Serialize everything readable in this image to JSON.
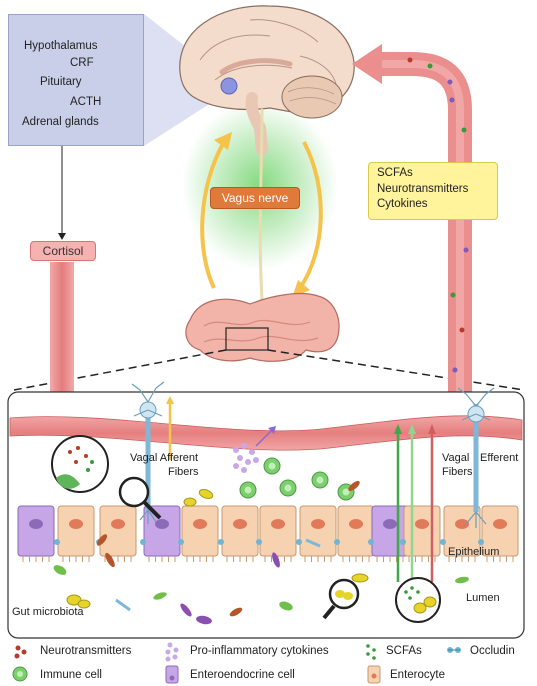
{
  "hpa_axis": {
    "hypothalamus": "Hypothalamus",
    "crf": "CRF",
    "pituitary": "Pituitary",
    "acth": "ACTH",
    "adrenal_glands": "Adrenal glands"
  },
  "cortisol_label": "Cortisol",
  "vagus_nerve_label": "Vagus nerve",
  "signals": [
    "SCFAs",
    "Neurotransmitters",
    "Cytokines"
  ],
  "gut_labels": {
    "vagal_afferent": [
      "Vagal Afferent",
      "Fibers"
    ],
    "vagal_efferent": [
      "Vagal",
      "Fibers",
      "Efferent"
    ],
    "epithelium": "Epithelium",
    "lumen": "Lumen",
    "gut_microbiota": "Gut microbiota"
  },
  "legend": [
    {
      "label": "Neurotransmitters",
      "icon": "neurotransmitters-icon"
    },
    {
      "label": "Pro-inflammatory cytokines",
      "icon": "cytokines-icon"
    },
    {
      "label": "SCFAs",
      "icon": "scfas-icon"
    },
    {
      "label": "Occludin",
      "icon": "occludin-icon"
    },
    {
      "label": "Immune cell",
      "icon": "immune-cell-icon"
    },
    {
      "label": "Enteroendocrine cell",
      "icon": "enteroendocrine-cell-icon"
    },
    {
      "label": "Enterocyte",
      "icon": "enterocyte-icon"
    }
  ],
  "colors": {
    "hpa_box": "#c9cfe8",
    "cortisol": "#f6b1b1",
    "vagus_nerve": "#e07a3b",
    "signals_box": "#fff39c",
    "blood_vessel": "#e98b8b",
    "vagal_arrow": "#f5c24a",
    "enterocyte": "#f6d2b0",
    "enteroendocrine": "#c7a6e8",
    "immune_cell": "#7dcf6e"
  }
}
